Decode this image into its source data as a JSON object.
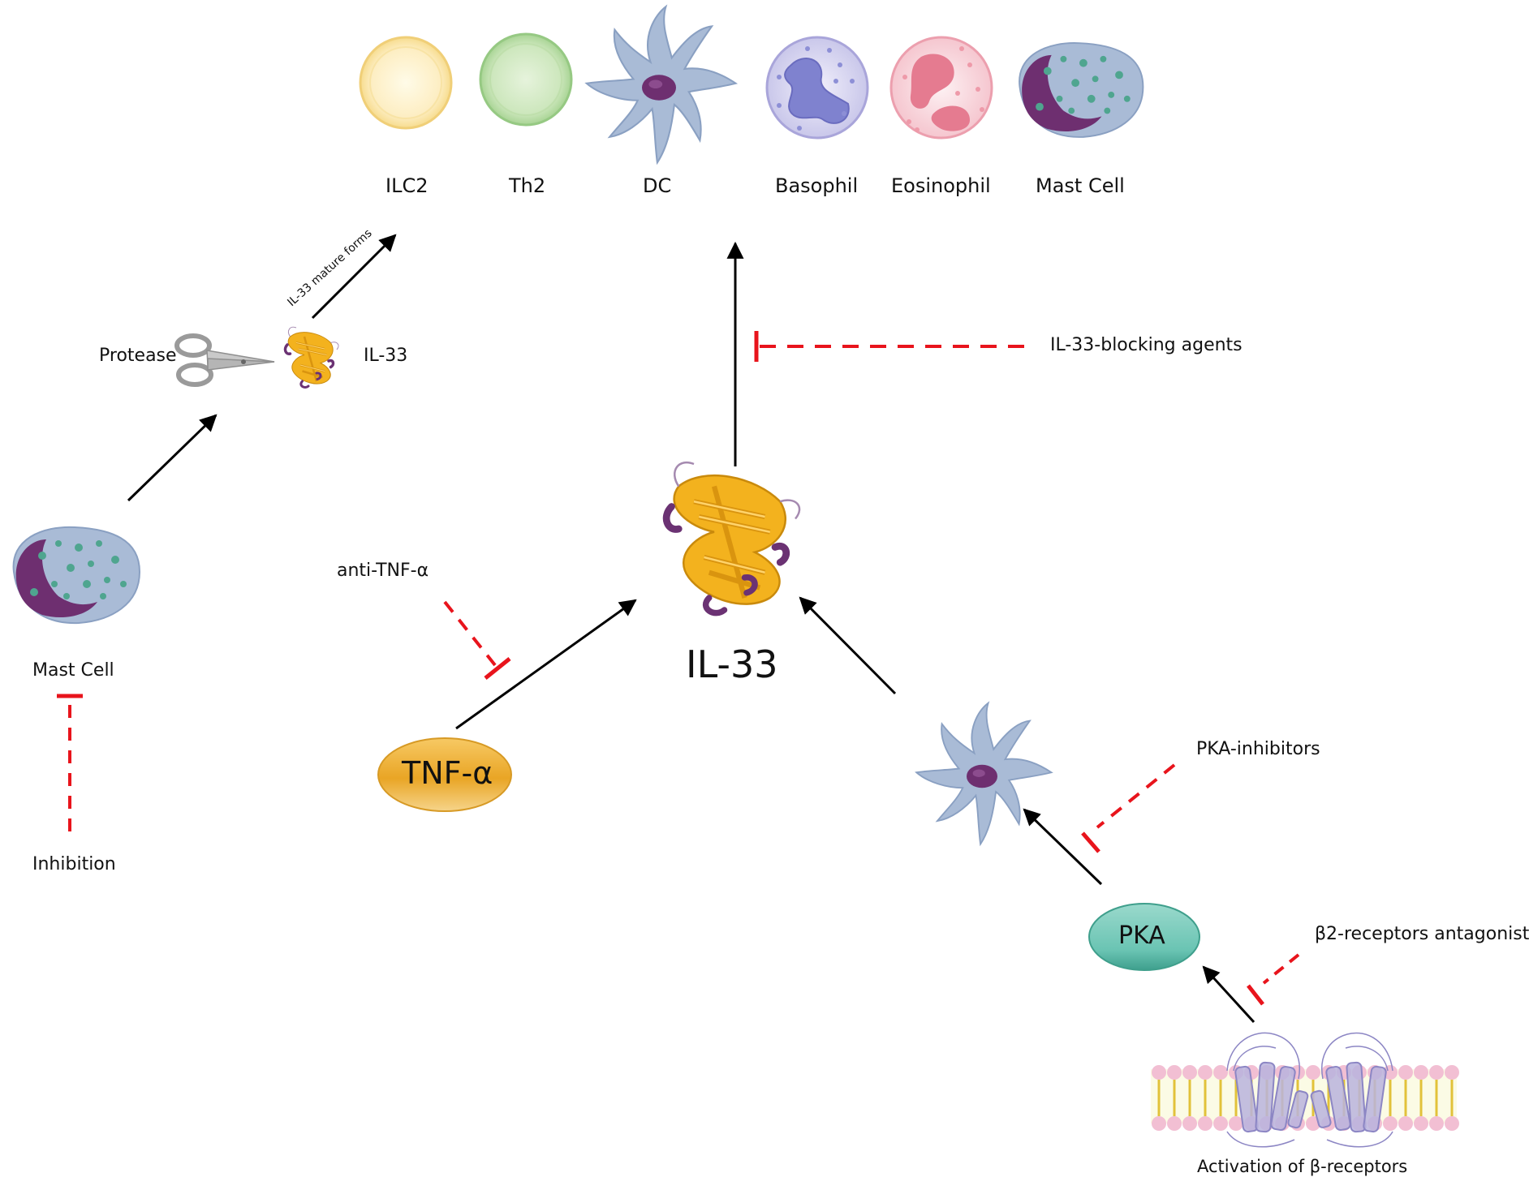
{
  "top_cells": {
    "ilc2": "ILC2",
    "th2": "Th2",
    "dc": "DC",
    "basophil": "Basophil",
    "eosinophil": "Eosinophil",
    "mast_cell": "Mast Cell"
  },
  "left_path": {
    "protease": "Protease",
    "il33_small": "IL-33",
    "mature_forms": "IL-33 mature forms",
    "mast_cell": "Mast Cell",
    "inhibition": "Inhibition"
  },
  "center": {
    "il33_main": "IL-33",
    "blocking_agents": "IL-33-blocking agents",
    "anti_tnf": "anti-TNF-α",
    "tnf": "TNF-α"
  },
  "right_path": {
    "pka": "PKA",
    "pka_inhibitors": "PKA-inhibitors",
    "b2_antagonist": "β2-receptors antagonist",
    "activation": "Activation of β-receptors"
  },
  "colors": {
    "arrow": "#000000",
    "inhibit": "#e8141c",
    "il33_gold": "#f3b21e",
    "il33_purple": "#6b3273",
    "cell_blue": "#a9bbd6",
    "nucleus": "#6e2f70",
    "tnf_gold": "#f1b437",
    "pka_teal": "#6ac4b3"
  }
}
